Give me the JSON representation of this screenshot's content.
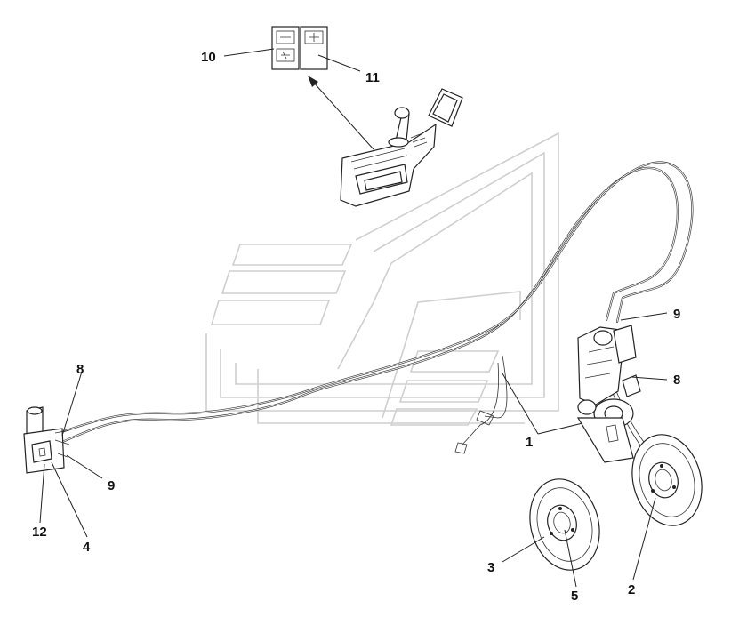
{
  "diagram": {
    "callouts": [
      {
        "id": "c1a",
        "text": "1"
      },
      {
        "id": "c2",
        "text": "2"
      },
      {
        "id": "c3",
        "text": "3"
      },
      {
        "id": "c4",
        "text": "4"
      },
      {
        "id": "c5",
        "text": "5"
      },
      {
        "id": "c8a",
        "text": "8"
      },
      {
        "id": "c8b",
        "text": "8"
      },
      {
        "id": "c9a",
        "text": "9"
      },
      {
        "id": "c9b",
        "text": "9"
      },
      {
        "id": "c10",
        "text": "10"
      },
      {
        "id": "c11",
        "text": "11"
      },
      {
        "id": "c12",
        "text": "12"
      }
    ],
    "colors": {
      "line": "#222222",
      "watermark": "#cfcfcf",
      "background": "#ffffff"
    }
  }
}
